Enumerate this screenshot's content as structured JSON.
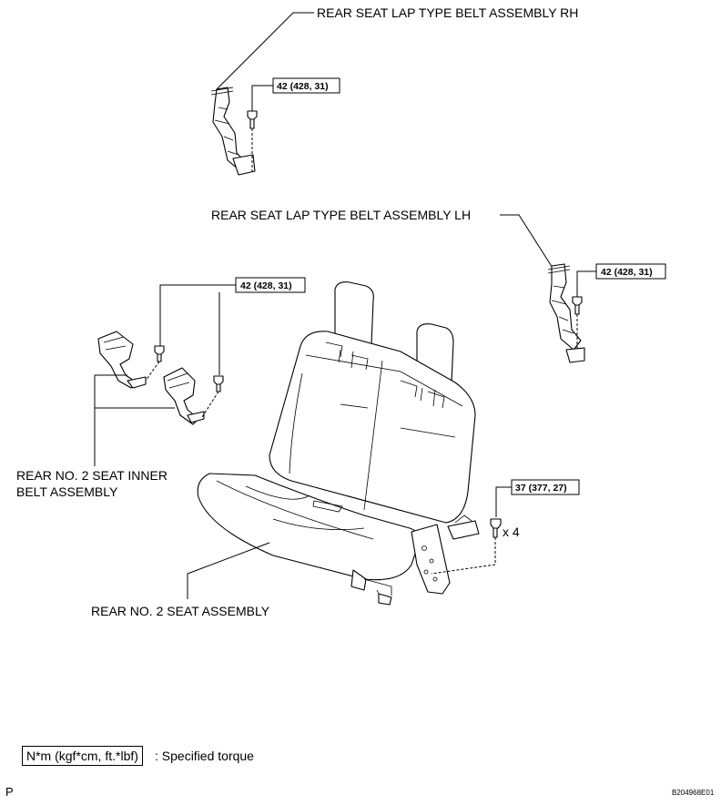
{
  "labels": {
    "belt_rh": "REAR SEAT LAP TYPE BELT ASSEMBLY RH",
    "belt_lh": "REAR SEAT LAP TYPE BELT ASSEMBLY LH",
    "inner_belt_line1": "REAR NO. 2 SEAT INNER",
    "inner_belt_line2": "BELT ASSEMBLY",
    "seat_assembly": "REAR NO. 2 SEAT ASSEMBLY"
  },
  "torques": {
    "rh": "42 (428, 31)",
    "lh": "42 (428, 31)",
    "inner": "42 (428, 31)",
    "seat": "37 (377, 27)"
  },
  "quantity": "x 4",
  "legend": {
    "unit": "N*m (kgf*cm, ft.*lbf)",
    "description": ": Specified torque"
  },
  "corner_letter": "P",
  "figure_code": "B204968E01"
}
